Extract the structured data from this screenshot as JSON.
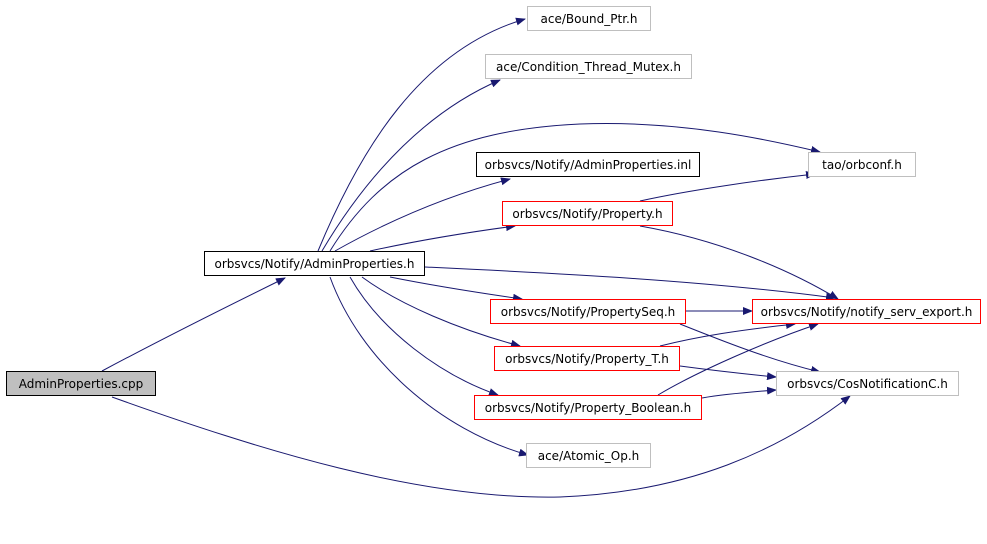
{
  "colors": {
    "edge": "#191970",
    "node_plain_border": "#bfbfbf",
    "node_documented_border": "#000000",
    "node_truncated_border": "#ff0000",
    "root_fill": "#bfbfbf"
  },
  "nodes": [
    {
      "id": "admin_cpp",
      "label": "AdminProperties.cpp",
      "style": "root"
    },
    {
      "id": "admin_h",
      "label": "orbsvcs/Notify/AdminProperties.h",
      "style": "black"
    },
    {
      "id": "bound_ptr",
      "label": "ace/Bound_Ptr.h",
      "style": "gray"
    },
    {
      "id": "cond_mutex",
      "label": "ace/Condition_Thread_Mutex.h",
      "style": "gray"
    },
    {
      "id": "admin_inl",
      "label": "orbsvcs/Notify/AdminProperties.inl",
      "style": "black"
    },
    {
      "id": "orbconf",
      "label": "tao/orbconf.h",
      "style": "gray"
    },
    {
      "id": "property",
      "label": "orbsvcs/Notify/Property.h",
      "style": "red"
    },
    {
      "id": "property_seq",
      "label": "orbsvcs/Notify/PropertySeq.h",
      "style": "red"
    },
    {
      "id": "serv_export",
      "label": "orbsvcs/Notify/notify_serv_export.h",
      "style": "red"
    },
    {
      "id": "property_t",
      "label": "orbsvcs/Notify/Property_T.h",
      "style": "red"
    },
    {
      "id": "cos_notif",
      "label": "orbsvcs/CosNotificationC.h",
      "style": "gray"
    },
    {
      "id": "property_bool",
      "label": "orbsvcs/Notify/Property_Boolean.h",
      "style": "red"
    },
    {
      "id": "atomic_op",
      "label": "ace/Atomic_Op.h",
      "style": "gray"
    }
  ],
  "edges": [
    {
      "from": "admin_cpp",
      "to": "admin_h"
    },
    {
      "from": "admin_cpp",
      "to": "cos_notif"
    },
    {
      "from": "admin_h",
      "to": "bound_ptr"
    },
    {
      "from": "admin_h",
      "to": "cond_mutex"
    },
    {
      "from": "admin_h",
      "to": "orbconf"
    },
    {
      "from": "admin_h",
      "to": "admin_inl"
    },
    {
      "from": "admin_h",
      "to": "property"
    },
    {
      "from": "admin_h",
      "to": "serv_export"
    },
    {
      "from": "admin_h",
      "to": "property_seq"
    },
    {
      "from": "admin_h",
      "to": "property_t"
    },
    {
      "from": "admin_h",
      "to": "property_bool"
    },
    {
      "from": "admin_h",
      "to": "atomic_op"
    },
    {
      "from": "property",
      "to": "orbconf"
    },
    {
      "from": "property",
      "to": "serv_export"
    },
    {
      "from": "property_seq",
      "to": "serv_export"
    },
    {
      "from": "property_seq",
      "to": "cos_notif"
    },
    {
      "from": "property_t",
      "to": "serv_export"
    },
    {
      "from": "property_t",
      "to": "cos_notif"
    },
    {
      "from": "property_bool",
      "to": "serv_export"
    },
    {
      "from": "property_bool",
      "to": "cos_notif"
    }
  ]
}
